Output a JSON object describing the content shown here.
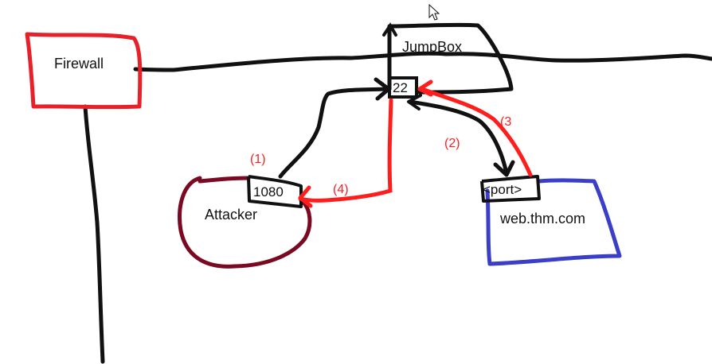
{
  "colors": {
    "ink": "#111111",
    "firewall": "#e8202a",
    "attacker": "#7a0a22",
    "web": "#3b3fc8",
    "annotation": "#ff1e1e"
  },
  "nodes": {
    "firewall": {
      "label": "Firewall"
    },
    "jumpbox": {
      "label": "JumpBox",
      "port": "22"
    },
    "attacker": {
      "label": "Attacker",
      "port": "1080"
    },
    "web": {
      "label": "web.thm.com",
      "port": "<port>"
    }
  },
  "steps": [
    "(1)",
    "(2)",
    "(3",
    "(4)"
  ],
  "cursor_icon": "mouse-pointer-icon"
}
